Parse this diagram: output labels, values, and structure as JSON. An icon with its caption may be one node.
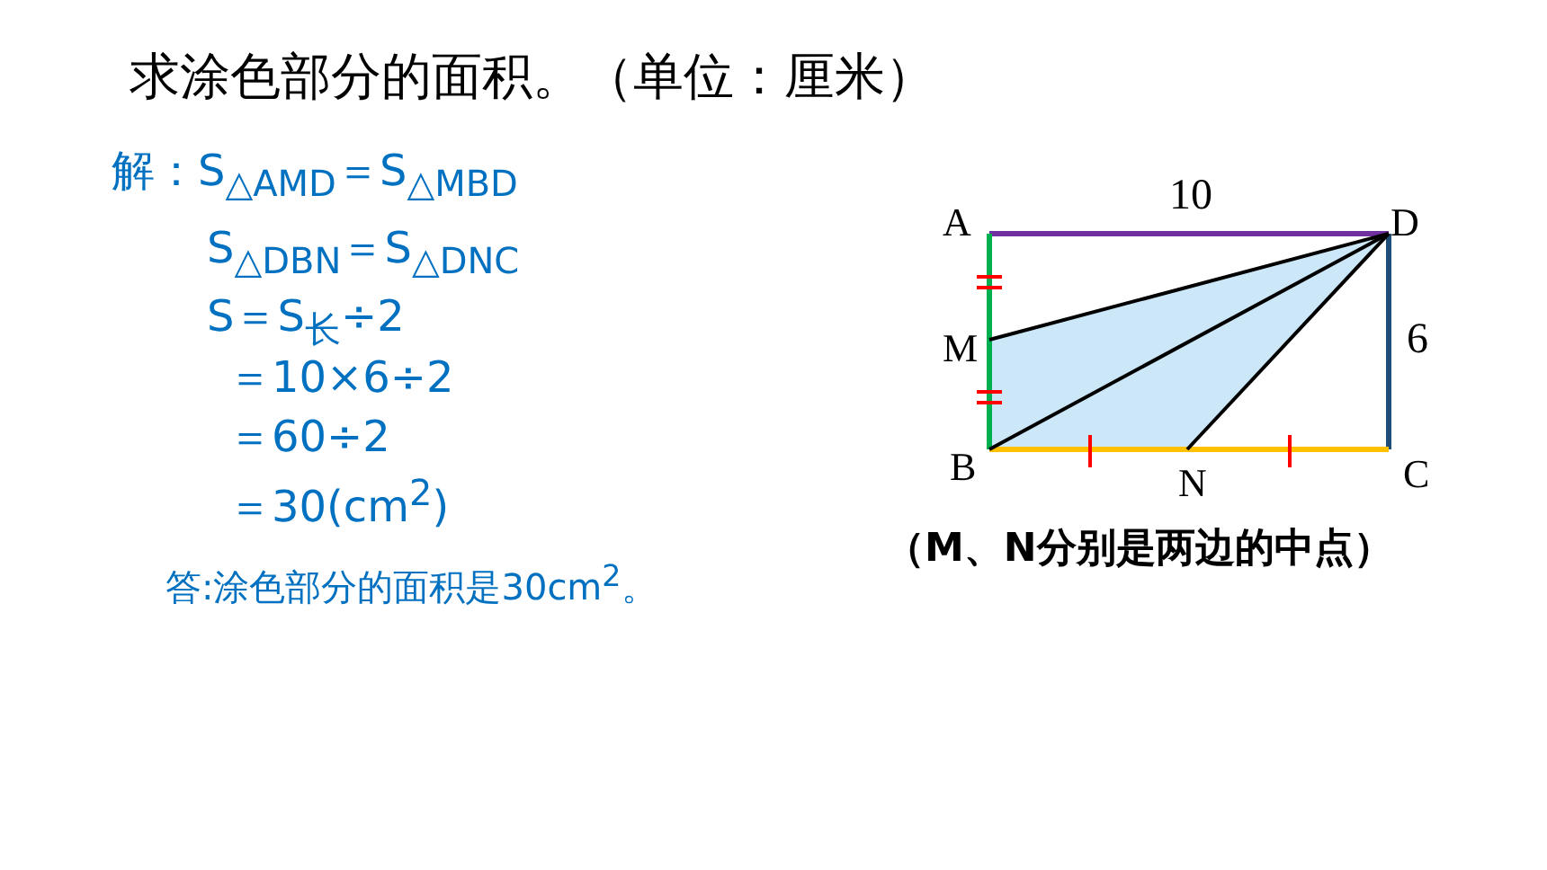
{
  "diagram": {
    "title": "求涂色部分的面积。（单位：厘米）",
    "labels": [
      "解：S$_{△AMD}$＝S$_{△MBD}$",
      "S$_{△DBN}$＝S$_{△DNC}$",
      "S＝S$_{长}$÷2",
      "＝10×6÷2",
      "＝60÷2",
      "＝30(cm$^{2}$)",
      "答:涂色部分的面积是30cm$^{2}$。",
      "A",
      "10",
      "D",
      "M",
      "6",
      "B",
      "N",
      "C",
      "（M、N分别是两边的中点）"
    ]
  }
}
